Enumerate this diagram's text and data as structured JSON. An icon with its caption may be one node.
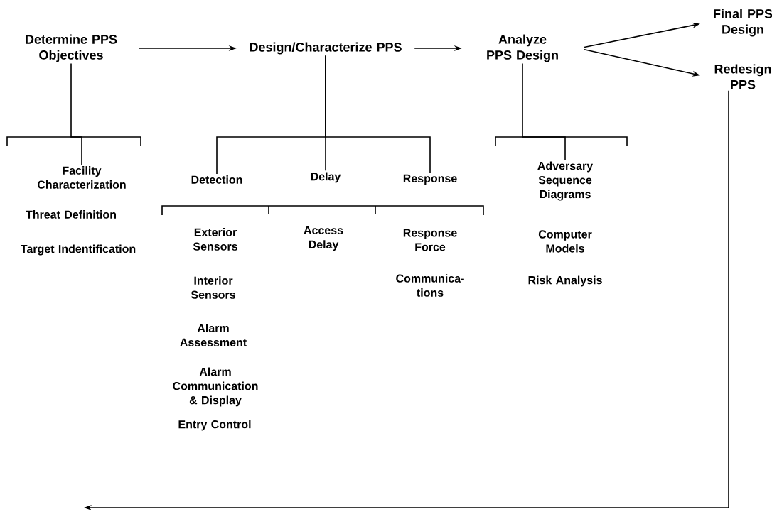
{
  "diagram": {
    "nodes": [
      {
        "text": [
          "Determine PPS Objectives"
        ]
      },
      {
        "text": [
          "Design/Characterize PPS"
        ]
      },
      {
        "text": [
          "Analyze PPS Design"
        ]
      },
      {
        "text": [
          "Final PPS Design"
        ]
      },
      {
        "text": [
          "Redesign PPS"
        ]
      },
      {
        "text": [
          "Facility Characterization"
        ]
      },
      {
        "text": [
          "Threat Definition"
        ]
      },
      {
        "text": [
          "Target Indentification"
        ]
      },
      {
        "text": [
          "Detection"
        ]
      },
      {
        "text": [
          "Delay"
        ]
      },
      {
        "text": [
          "Response"
        ]
      },
      {
        "text": [
          "Exterior Sensors"
        ]
      },
      {
        "text": [
          "Interior Sensors"
        ]
      },
      {
        "text": [
          "Alarm Assessment"
        ]
      },
      {
        "text": [
          "Alarm Communication & Display"
        ]
      },
      {
        "text": [
          "Entry Control"
        ]
      },
      {
        "text": [
          "Access Delay"
        ]
      },
      {
        "text": [
          "Response Force"
        ]
      },
      {
        "text": [
          "Communica- tions"
        ]
      },
      {
        "text": [
          "Adversary Sequence Diagrams"
        ]
      },
      {
        "text": [
          "Computer Models"
        ]
      },
      {
        "text": [
          "Risk Analysis"
        ]
      }
    ],
    "edges": [
      {
        "from": 0,
        "to": 1,
        "arrow": "to"
      },
      {
        "from": 1,
        "to": 2,
        "arrow": "to"
      },
      {
        "from": 2,
        "to": 3,
        "arrow": "to"
      },
      {
        "from": 2,
        "to": 4,
        "arrow": "to"
      },
      {
        "from": 4,
        "to": null,
        "arrow": "to"
      },
      {
        "from": 0,
        "to": 5,
        "arrow": "none"
      },
      {
        "from": 1,
        "to": 8,
        "arrow": "none"
      },
      {
        "from": 1,
        "to": 9,
        "arrow": "none"
      },
      {
        "from": 1,
        "to": 10,
        "arrow": "none"
      },
      {
        "from": 2,
        "to": 19,
        "arrow": "none"
      }
    ]
  }
}
